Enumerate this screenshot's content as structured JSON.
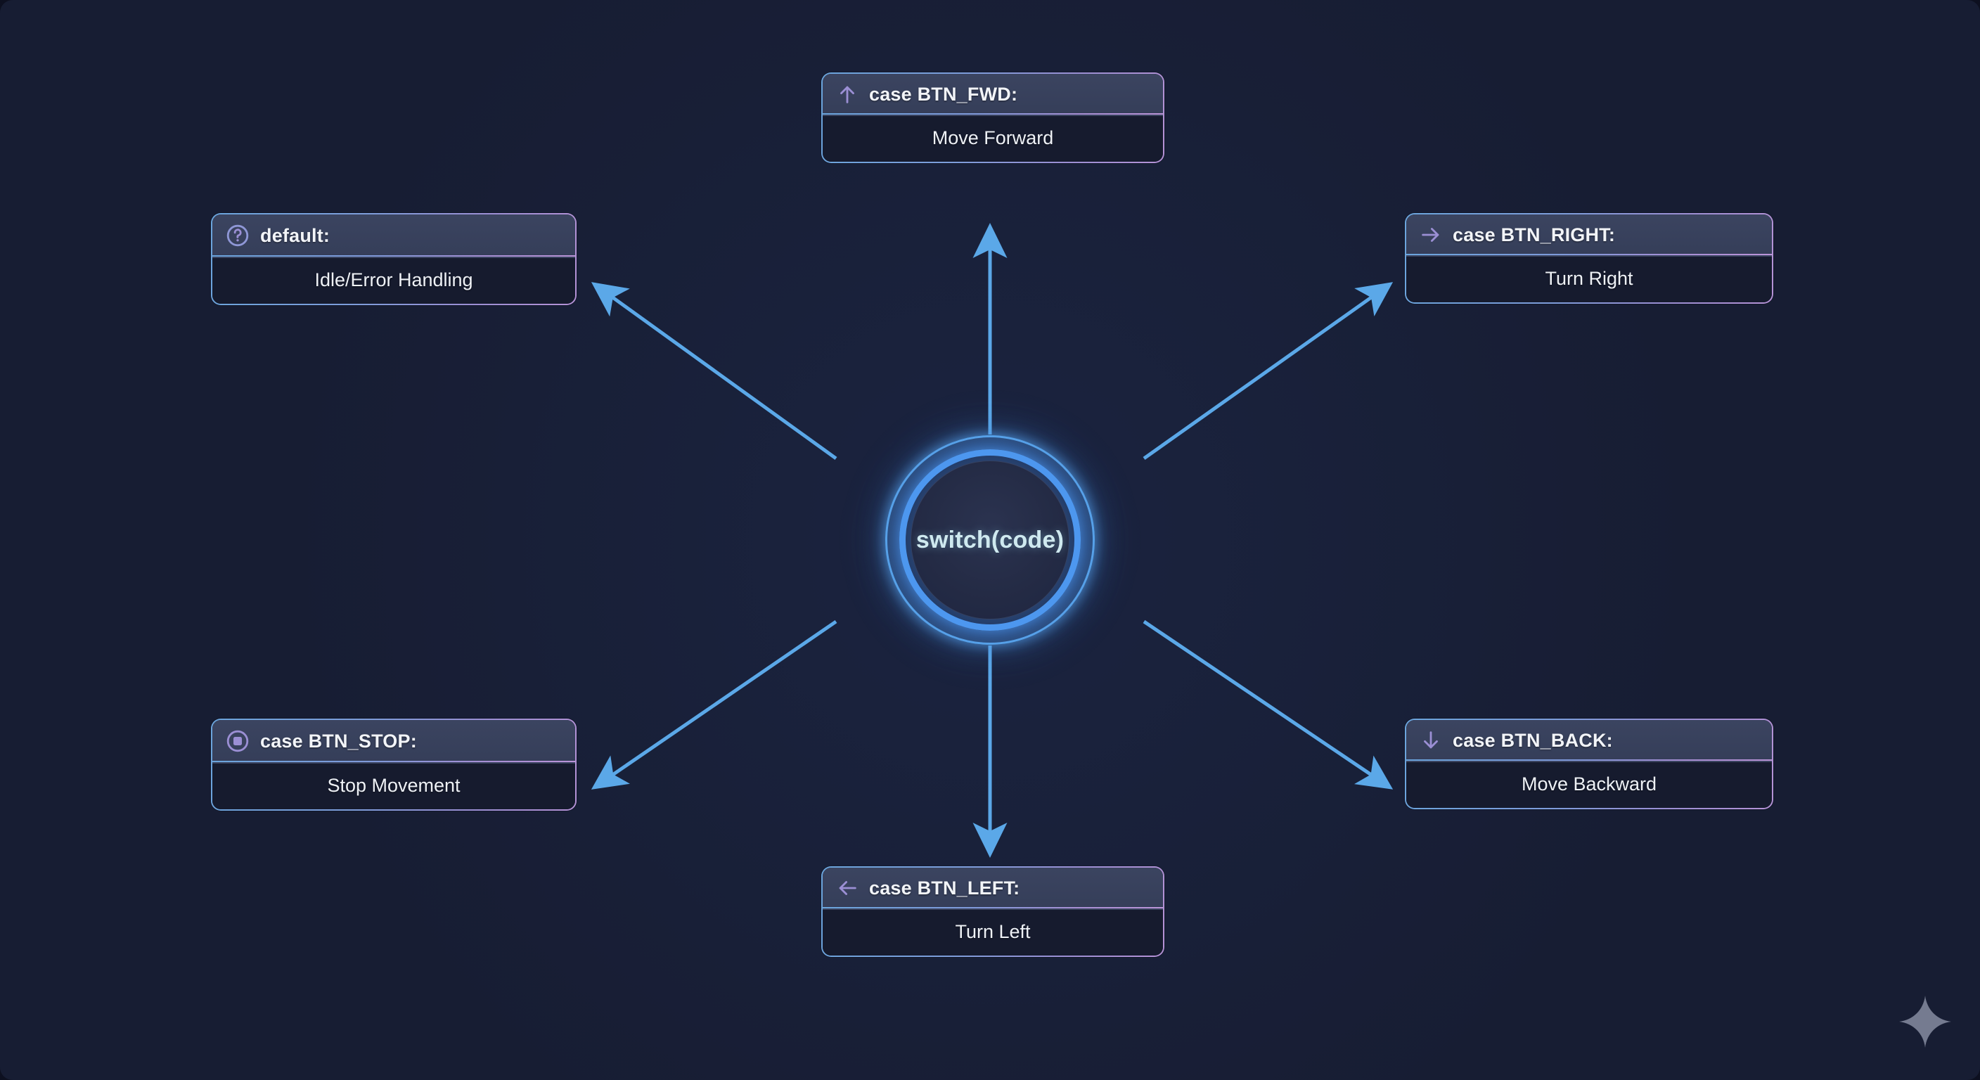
{
  "canvas": {
    "background": "#171d33"
  },
  "center": {
    "label": "switch(code)",
    "ring_color": "#4d97ef",
    "text_color": "#cfe9ef"
  },
  "theme": {
    "border_start": "#6ba5dd",
    "border_end": "#b592d6",
    "arrow_color": "#5ba8e8",
    "icon_color": "#9b8fd4",
    "card_head_bg": "#3b4460",
    "card_body_bg": "#161b2e",
    "title_color": "#f2f4f8"
  },
  "cards": [
    {
      "id": "fwd",
      "icon": "arrow-up-icon",
      "title": "case BTN_FWD:",
      "desc": "Move Forward"
    },
    {
      "id": "right",
      "icon": "arrow-right-icon",
      "title": "case BTN_RIGHT:",
      "desc": "Turn Right"
    },
    {
      "id": "back",
      "icon": "arrow-down-icon",
      "title": "case BTN_BACK:",
      "desc": "Move Backward"
    },
    {
      "id": "left",
      "icon": "arrow-left-icon",
      "title": "case BTN_LEFT:",
      "desc": "Turn Left"
    },
    {
      "id": "stop",
      "icon": "stop-circle-icon",
      "title": "case BTN_STOP:",
      "desc": "Stop Movement"
    },
    {
      "id": "default",
      "icon": "question-circle-icon",
      "title": "default:",
      "desc": "Idle/Error Handling"
    }
  ],
  "watermark": {
    "icon": "sparkle-icon",
    "color": "#9aa0b4"
  }
}
